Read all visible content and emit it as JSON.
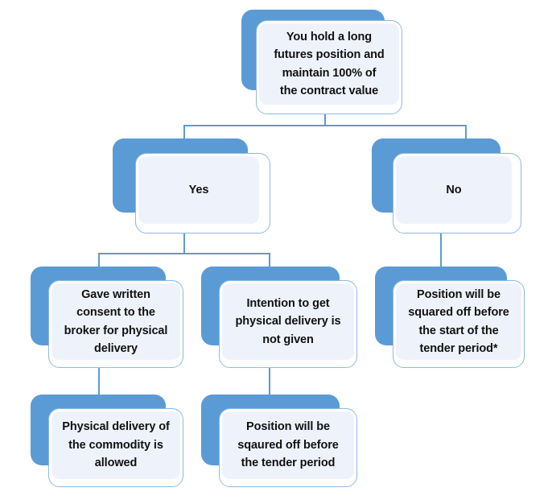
{
  "diagram": {
    "title": "Long futures position delivery decision flowchart",
    "colors": {
      "shadow_blue": "#5B9BD5",
      "card_fill": "#EEF3FB",
      "card_border": "#8EB9E2",
      "connector": "#5B9BD5",
      "text": "#111111",
      "background": "#FFFFFF"
    },
    "nodes": [
      {
        "id": "root",
        "label": "You hold a long\nfutures position and\nmaintain 100% of\nthe contract value",
        "level": 0
      },
      {
        "id": "yes",
        "label": "Yes",
        "level": 1
      },
      {
        "id": "no",
        "label": "No",
        "level": 1
      },
      {
        "id": "consent",
        "label": "Gave written\nconsent to the\nbroker for physical\ndelivery",
        "level": 2
      },
      {
        "id": "no-intention",
        "label": "Intention to get\nphysical delivery is\nnot given",
        "level": 2
      },
      {
        "id": "squared-before-start",
        "label": "Position will be\nsquared off before\nthe start of the\ntender period*",
        "level": 2
      },
      {
        "id": "delivery-allowed",
        "label": "Physical delivery of\nthe commodity is\nallowed",
        "level": 3
      },
      {
        "id": "squared-before-tender",
        "label": "Position will be\nsqaured off before\nthe tender period",
        "level": 3
      }
    ],
    "edges": [
      {
        "from": "root",
        "to": "yes"
      },
      {
        "from": "root",
        "to": "no"
      },
      {
        "from": "yes",
        "to": "consent"
      },
      {
        "from": "yes",
        "to": "no-intention"
      },
      {
        "from": "no",
        "to": "squared-before-start"
      },
      {
        "from": "consent",
        "to": "delivery-allowed"
      },
      {
        "from": "no-intention",
        "to": "squared-before-tender"
      }
    ]
  }
}
